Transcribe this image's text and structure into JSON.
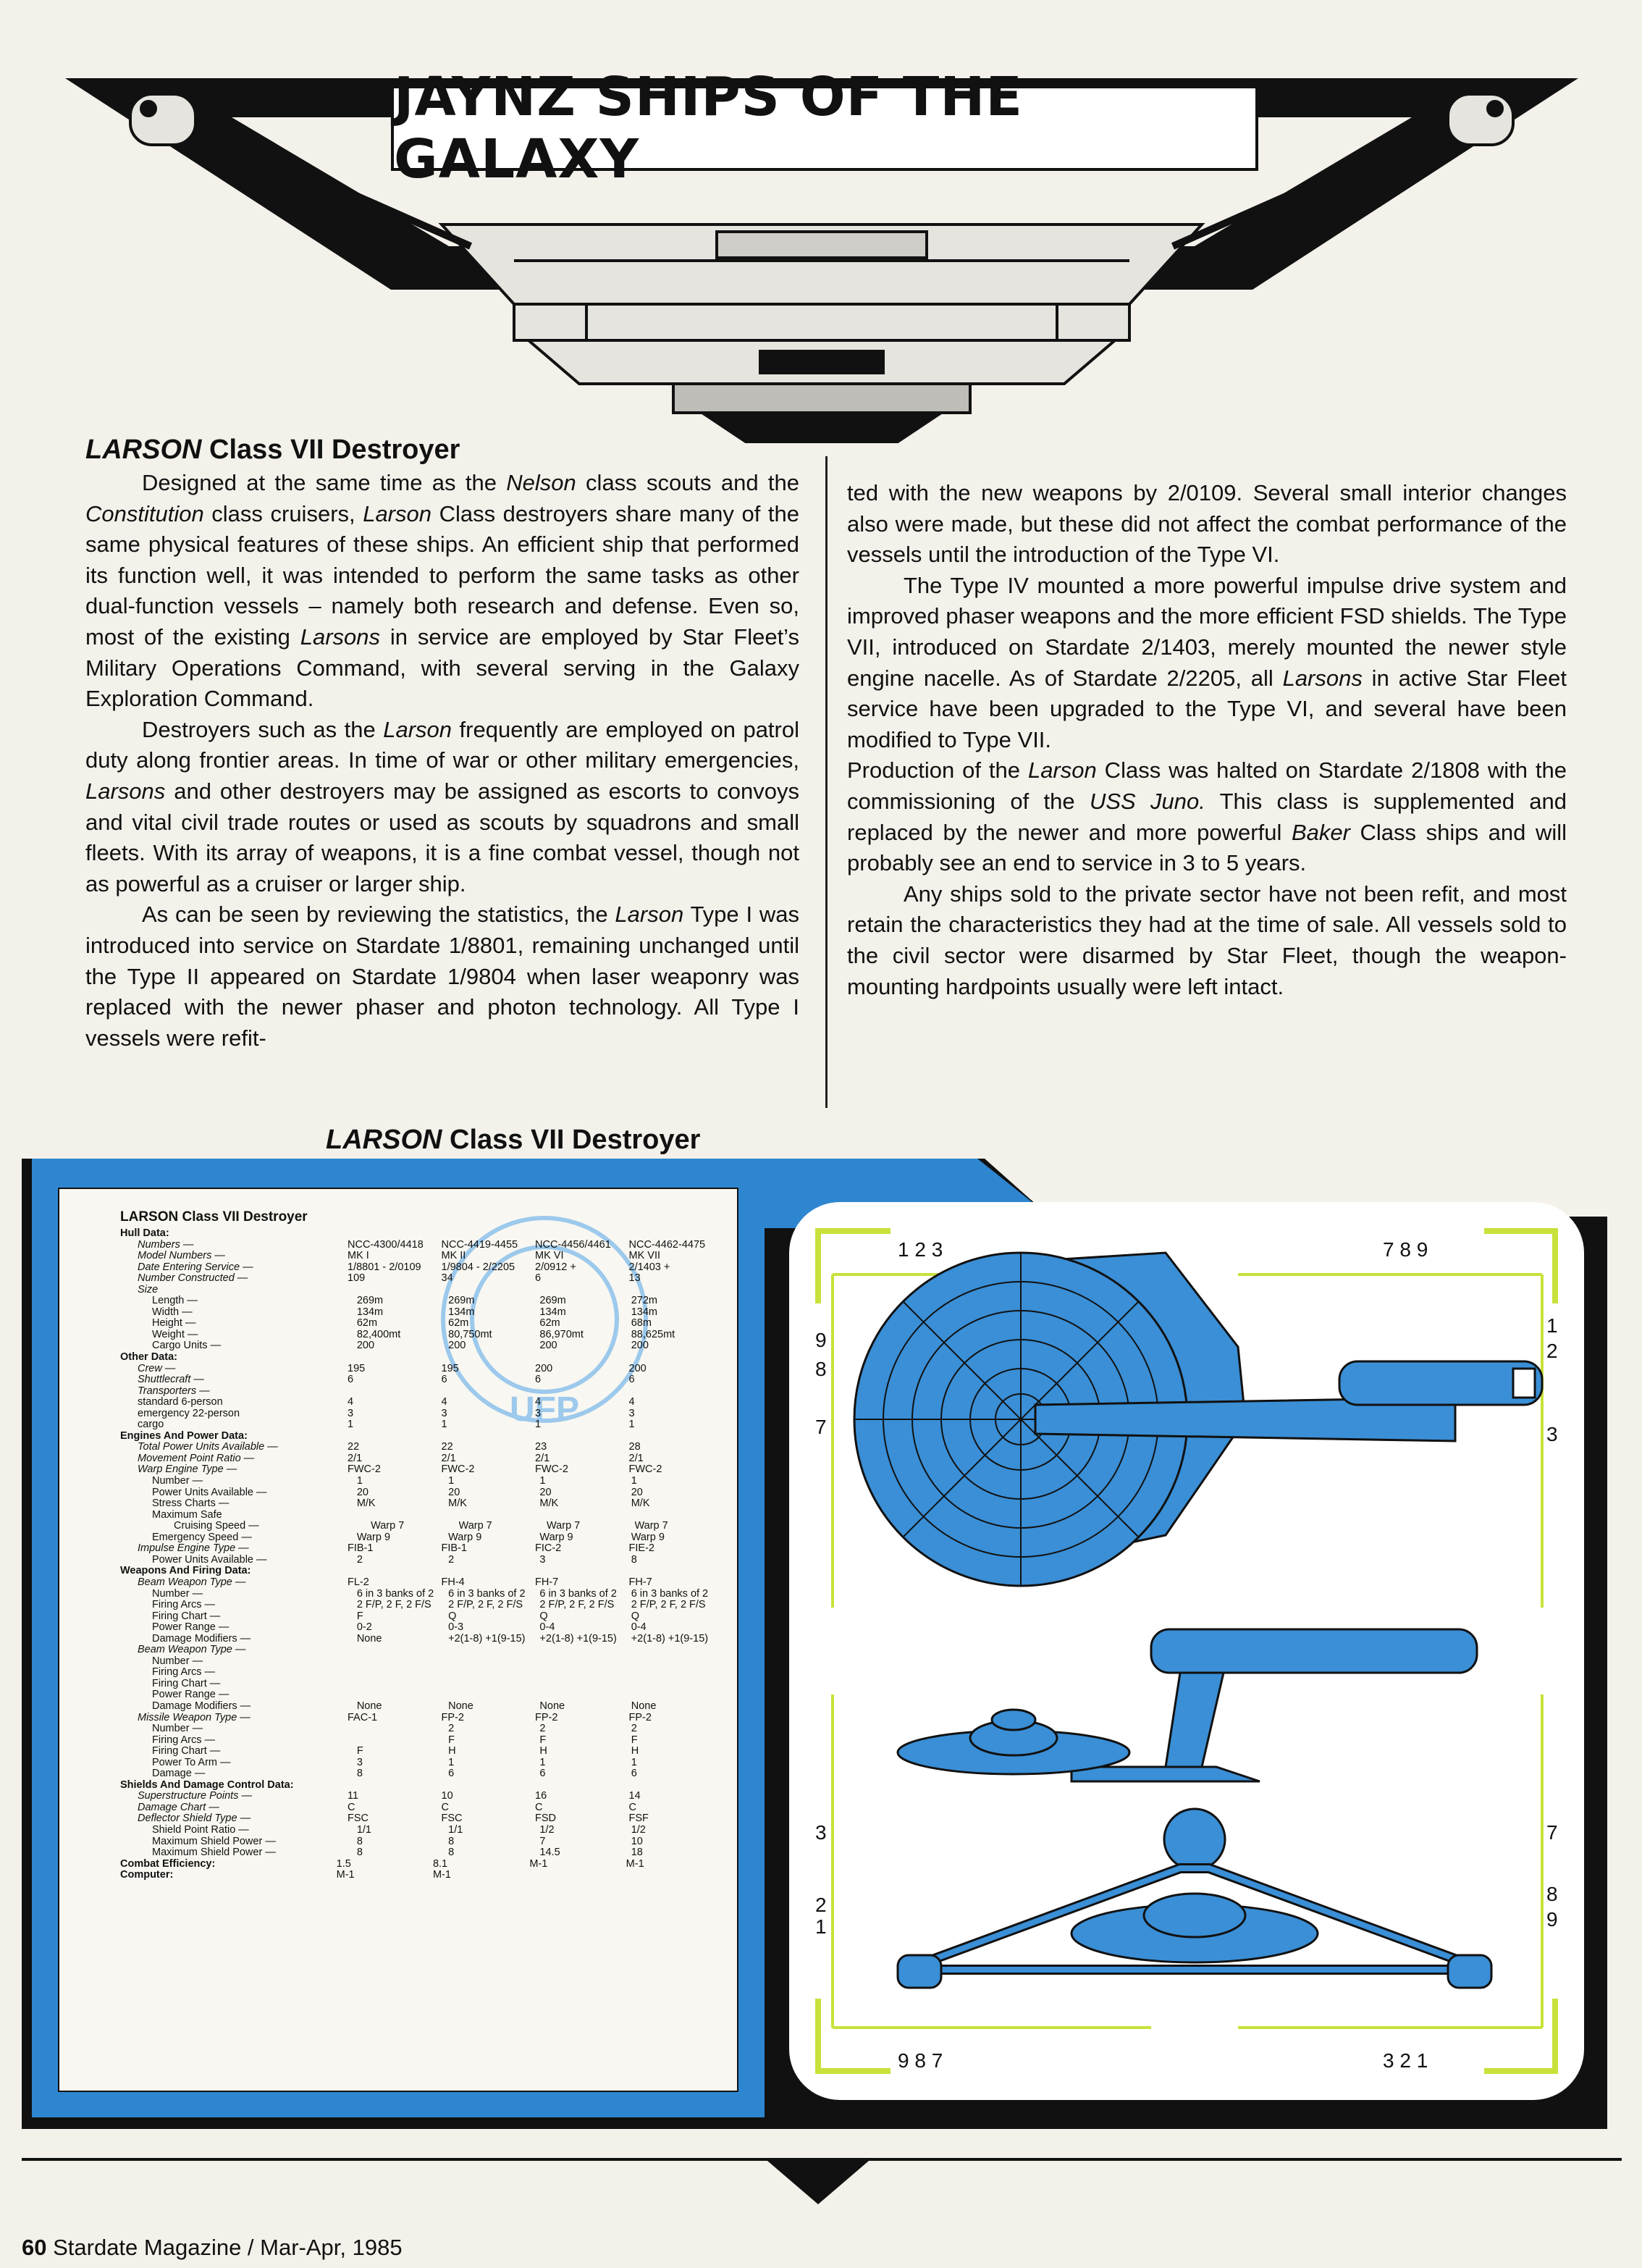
{
  "header": {
    "title": "JAYNZ SHIPS OF THE GALAXY"
  },
  "article": {
    "title_italic": "LARSON",
    "title_rest": " Class VII Destroyer",
    "col1": [
      {
        "parts": [
          {
            "t": "Designed at the same time as the "
          },
          {
            "t": "Nelson",
            "i": true
          },
          {
            "t": " class scouts and the "
          },
          {
            "t": "Constitution",
            "i": true
          },
          {
            "t": " class cruisers, "
          },
          {
            "t": "Larson",
            "i": true
          },
          {
            "t": " Class destroyers share many of the same physical features of these ships. An efficient ship that performed its function well, it was intended to perform the same tasks as other dual-function vessels – namely both research and defense. Even so, most of the existing "
          },
          {
            "t": "Larsons",
            "i": true
          },
          {
            "t": " in service are employed by Star Fleet’s Military Operations Command, with several serving in the Galaxy Exploration Command."
          }
        ]
      },
      {
        "parts": [
          {
            "t": "Destroyers such as the "
          },
          {
            "t": "Larson",
            "i": true
          },
          {
            "t": " frequently are employed on patrol duty along frontier areas. In time of war or other military emergencies, "
          },
          {
            "t": "Larsons",
            "i": true
          },
          {
            "t": " and other destroyers may be assigned as escorts to convoys and vital civil trade routes or used as scouts by squadrons and small fleets. With its array of weapons, it is a fine combat vessel, though not as powerful as a cruiser or larger ship."
          }
        ]
      },
      {
        "parts": [
          {
            "t": "As can be seen by reviewing the statistics, the "
          },
          {
            "t": "Larson",
            "i": true
          },
          {
            "t": " Type I was introduced into service on Stardate 1/8801, remaining unchanged until the Type II appeared on Stardate 1/9804 when laser weaponry was replaced with the newer phaser and photon technology. All Type I vessels were refit-"
          }
        ]
      }
    ],
    "col2": [
      {
        "noindent": true,
        "parts": [
          {
            "t": "ted with the new weapons by 2/0109. Several small interior changes also were made, but these did not affect the combat performance of the vessels until the introduction of the Type VI."
          }
        ]
      },
      {
        "parts": [
          {
            "t": "The Type IV mounted a more powerful impulse drive system and improved phaser weapons and the more efficient FSD shields. The Type VII, introduced on Stardate 2/1403, merely mounted the newer style engine nacelle. As of Stardate 2/2205, all "
          },
          {
            "t": "Larsons",
            "i": true
          },
          {
            "t": " in active Star Fleet service have been upgraded to the Type VI, and several have been modified to Type VII."
          }
        ]
      },
      {
        "noindent": true,
        "parts": [
          {
            "t": "Production of the "
          },
          {
            "t": "Larson",
            "i": true
          },
          {
            "t": " Class was halted on Stardate 2/1808 with the commissioning of the "
          },
          {
            "t": "USS Juno.",
            "i": true
          },
          {
            "t": " This class is supplemented and replaced by the newer and more powerful "
          },
          {
            "t": "Baker",
            "i": true
          },
          {
            "t": " Class ships and will probably see an end to service in 3 to 5 years."
          }
        ]
      },
      {
        "parts": [
          {
            "t": "Any ships sold to the private sector have not been refit, and most retain the characteristics they had at the time of sale. All vessels sold to the civil sector were disarmed by Star Fleet, though the weapon-mounting hardpoints usually were left intact."
          }
        ]
      }
    ]
  },
  "datasheet": {
    "tab_title_italic": "LARSON",
    "tab_title_rest": " Class VII Destroyer",
    "sheet_title": "LARSON Class VII Destroyer",
    "emblem_text": "UFP",
    "rows": [
      {
        "c": "sec",
        "l": "Hull Data:",
        "v": [
          "",
          "",
          "",
          ""
        ]
      },
      {
        "c": "l1",
        "l": "Numbers —",
        "v": [
          "NCC-4300/4418",
          "NCC-4419-4455",
          "NCC-4456/4461",
          "NCC-4462-4475"
        ]
      },
      {
        "c": "l1",
        "l": "Model Numbers —",
        "v": [
          "MK I",
          "MK II",
          "MK VI",
          "MK VII"
        ]
      },
      {
        "c": "l1",
        "l": "Date Entering Service —",
        "v": [
          "1/8801 - 2/0109",
          "1/9804 - 2/2205",
          "2/0912 +",
          "2/1403 +"
        ]
      },
      {
        "c": "l1",
        "l": "Number Constructed —",
        "v": [
          "109",
          "34",
          "6",
          "13"
        ]
      },
      {
        "c": "l1",
        "l": "Size",
        "v": [
          "",
          "",
          "",
          ""
        ]
      },
      {
        "c": "l2",
        "l": "Length —",
        "v": [
          "269m",
          "269m",
          "269m",
          "272m"
        ]
      },
      {
        "c": "l2",
        "l": "Width —",
        "v": [
          "134m",
          "134m",
          "134m",
          "134m"
        ]
      },
      {
        "c": "l2",
        "l": "Height —",
        "v": [
          "62m",
          "62m",
          "62m",
          "68m"
        ]
      },
      {
        "c": "l2",
        "l": "Weight —",
        "v": [
          "82,400mt",
          "80,750mt",
          "86,970mt",
          "88,625mt"
        ]
      },
      {
        "c": "l2",
        "l": "Cargo Units —",
        "v": [
          "200",
          "200",
          "200",
          "200"
        ]
      },
      {
        "c": "sec",
        "l": "Other Data:",
        "v": [
          "",
          "",
          "",
          ""
        ]
      },
      {
        "c": "l1",
        "l": "Crew —",
        "v": [
          "195",
          "195",
          "200",
          "200"
        ]
      },
      {
        "c": "l1",
        "l": "Shuttlecraft —",
        "v": [
          "6",
          "6",
          "6",
          "6"
        ]
      },
      {
        "c": "l1",
        "l": "Transporters —",
        "v": [
          "",
          "",
          "",
          ""
        ]
      },
      {
        "c": "l1n",
        "l": "standard 6-person",
        "v": [
          "4",
          "4",
          "4",
          "4"
        ]
      },
      {
        "c": "l1n",
        "l": "emergency 22-person",
        "v": [
          "3",
          "3",
          "3",
          "3"
        ]
      },
      {
        "c": "l1n",
        "l": "cargo",
        "v": [
          "1",
          "1",
          "1",
          "1"
        ]
      },
      {
        "c": "sec",
        "l": "Engines And Power Data:",
        "v": [
          "",
          "",
          "",
          ""
        ]
      },
      {
        "c": "l1",
        "l": "Total Power Units Available —",
        "v": [
          "22",
          "22",
          "23",
          "28"
        ]
      },
      {
        "c": "l1",
        "l": "Movement Point Ratio —",
        "v": [
          "2/1",
          "2/1",
          "2/1",
          "2/1"
        ]
      },
      {
        "c": "l1",
        "l": "Warp Engine Type —",
        "v": [
          "FWC-2",
          "FWC-2",
          "FWC-2",
          "FWC-2"
        ]
      },
      {
        "c": "l2",
        "l": "Number —",
        "v": [
          "1",
          "1",
          "1",
          "1"
        ]
      },
      {
        "c": "l2",
        "l": "Power Units Available —",
        "v": [
          "20",
          "20",
          "20",
          "20"
        ]
      },
      {
        "c": "l2",
        "l": "Stress Charts —",
        "v": [
          "M/K",
          "M/K",
          "M/K",
          "M/K"
        ]
      },
      {
        "c": "l2",
        "l": "Maximum Safe",
        "v": [
          "",
          "",
          "",
          ""
        ]
      },
      {
        "c": "l3",
        "l": "Cruising Speed —",
        "v": [
          "Warp 7",
          "Warp 7",
          "Warp 7",
          "Warp 7"
        ]
      },
      {
        "c": "l2",
        "l": "Emergency Speed —",
        "v": [
          "Warp 9",
          "Warp 9",
          "Warp 9",
          "Warp 9"
        ]
      },
      {
        "c": "l1",
        "l": "Impulse Engine Type —",
        "v": [
          "FIB-1",
          "FIB-1",
          "FIC-2",
          "FIE-2"
        ]
      },
      {
        "c": "l2",
        "l": "Power Units Available —",
        "v": [
          "2",
          "2",
          "3",
          "8"
        ]
      },
      {
        "c": "sec",
        "l": "Weapons And Firing Data:",
        "v": [
          "",
          "",
          "",
          ""
        ]
      },
      {
        "c": "l1",
        "l": "Beam Weapon Type —",
        "v": [
          "FL-2",
          "FH-4",
          "FH-7",
          "FH-7"
        ]
      },
      {
        "c": "l2",
        "l": "Number —",
        "v": [
          "6 in 3 banks of 2",
          "6 in 3 banks of 2",
          "6 in 3 banks of 2",
          "6 in 3 banks of 2"
        ]
      },
      {
        "c": "l2",
        "l": "Firing Arcs —",
        "v": [
          "2 F/P, 2 F, 2 F/S",
          "2 F/P, 2 F, 2 F/S",
          "2 F/P, 2 F, 2 F/S",
          "2 F/P, 2 F, 2 F/S"
        ]
      },
      {
        "c": "l2",
        "l": "Firing Chart —",
        "v": [
          "F",
          "Q",
          "Q",
          "Q"
        ]
      },
      {
        "c": "l2",
        "l": "Power Range —",
        "v": [
          "0-2",
          "0-3",
          "0-4",
          "0-4"
        ]
      },
      {
        "c": "l2",
        "l": "Damage Modifiers —",
        "v": [
          "None",
          "+2(1-8) +1(9-15)",
          "+2(1-8) +1(9-15)",
          "+2(1-8) +1(9-15)"
        ]
      },
      {
        "c": "l1",
        "l": "Beam Weapon Type —",
        "v": [
          "",
          "",
          "",
          ""
        ]
      },
      {
        "c": "l2",
        "l": "Number —",
        "v": [
          "",
          "",
          "",
          ""
        ]
      },
      {
        "c": "l2",
        "l": "Firing Arcs —",
        "v": [
          "",
          "",
          "",
          ""
        ]
      },
      {
        "c": "l2",
        "l": "Firing Chart —",
        "v": [
          "",
          "",
          "",
          ""
        ]
      },
      {
        "c": "l2",
        "l": "Power Range —",
        "v": [
          "",
          "",
          "",
          ""
        ]
      },
      {
        "c": "l2",
        "l": "Damage Modifiers —",
        "v": [
          "None",
          "None",
          "None",
          "None"
        ]
      },
      {
        "c": "l1",
        "l": "Missile Weapon Type —",
        "v": [
          "FAC-1",
          "FP-2",
          "FP-2",
          "FP-2"
        ]
      },
      {
        "c": "l2",
        "l": "Number —",
        "v": [
          "",
          "2",
          "2",
          "2"
        ]
      },
      {
        "c": "l2",
        "l": "Firing Arcs —",
        "v": [
          "",
          "F",
          "F",
          "F"
        ]
      },
      {
        "c": "l2",
        "l": "Firing Chart —",
        "v": [
          "F",
          "H",
          "H",
          "H"
        ]
      },
      {
        "c": "l2",
        "l": "Power To Arm —",
        "v": [
          "3",
          "1",
          "1",
          "1"
        ]
      },
      {
        "c": "l2",
        "l": "Damage —",
        "v": [
          "8",
          "6",
          "6",
          "6"
        ]
      },
      {
        "c": "sec",
        "l": "Shields And Damage Control Data:",
        "v": [
          "",
          "",
          "",
          ""
        ]
      },
      {
        "c": "l1",
        "l": "Superstructure Points —",
        "v": [
          "11",
          "10",
          "16",
          "14"
        ]
      },
      {
        "c": "l1",
        "l": "Damage Chart —",
        "v": [
          "C",
          "C",
          "C",
          "C"
        ]
      },
      {
        "c": "l1",
        "l": "Deflector Shield Type —",
        "v": [
          "FSC",
          "FSC",
          "FSD",
          "FSF"
        ]
      },
      {
        "c": "l2",
        "l": "Shield Point Ratio —",
        "v": [
          "1/1",
          "1/1",
          "1/2",
          "1/2"
        ]
      },
      {
        "c": "l2",
        "l": "Maximum Shield Power —",
        "v": [
          "8",
          "8",
          "7",
          "10"
        ]
      },
      {
        "c": "l2",
        "l": "Maximum Shield Power —",
        "v": [
          "8",
          "8",
          "14.5",
          "18"
        ]
      },
      {
        "c": "sec",
        "l": "Combat Efficiency:",
        "v": [
          "1.5",
          "8.1",
          "M-1",
          "M-1"
        ]
      },
      {
        "c": "sec",
        "l": "Computer:",
        "v": [
          "M-1",
          "M-1",
          "",
          ""
        ]
      }
    ]
  },
  "diagram": {
    "top_left": "1 2   3",
    "top_right": "7   8 9",
    "left_upper": [
      "9",
      "8",
      "7"
    ],
    "right_upper": [
      "1",
      "2",
      "3"
    ],
    "left_lower": [
      "3",
      "2",
      "1"
    ],
    "right_lower": [
      "7",
      "8",
      "9"
    ],
    "bottom_left": "9 8   7",
    "bottom_right": "3   2 1",
    "colors": {
      "ship_blue": "#3a8fd6",
      "panel_blue": "#2e86d1",
      "frame_green": "#c9e13a"
    }
  },
  "footer": {
    "page_number": "60",
    "text": " Stardate Magazine / Mar-Apr, 1985"
  }
}
